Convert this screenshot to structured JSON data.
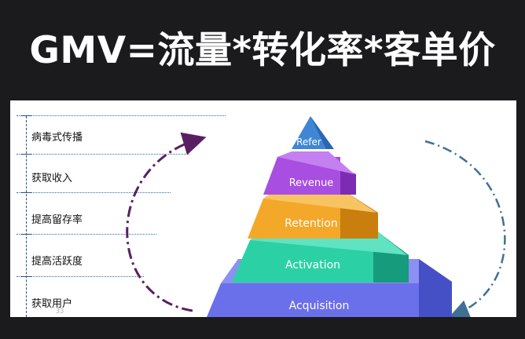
{
  "header": {
    "title": "GMV=流量*转化率*客单价"
  },
  "stages": [
    {
      "label": "病毒式传播"
    },
    {
      "label": "获取收入"
    },
    {
      "label": "提高留存率"
    },
    {
      "label": "提高活跃度"
    },
    {
      "label": "获取用户"
    }
  ],
  "pyramid": {
    "tiers": [
      {
        "label": "Refer",
        "color": "#3f86d6"
      },
      {
        "label": "Revenue",
        "color": "#a84ee0"
      },
      {
        "label": "Retention",
        "color": "#f4a82a"
      },
      {
        "label": "Activation",
        "color": "#2bd1a5"
      },
      {
        "label": "Acquisition",
        "color": "#6a6fea"
      }
    ]
  },
  "arrows": {
    "left_color": "#5a1f63",
    "right_color": "#3f6f95"
  }
}
